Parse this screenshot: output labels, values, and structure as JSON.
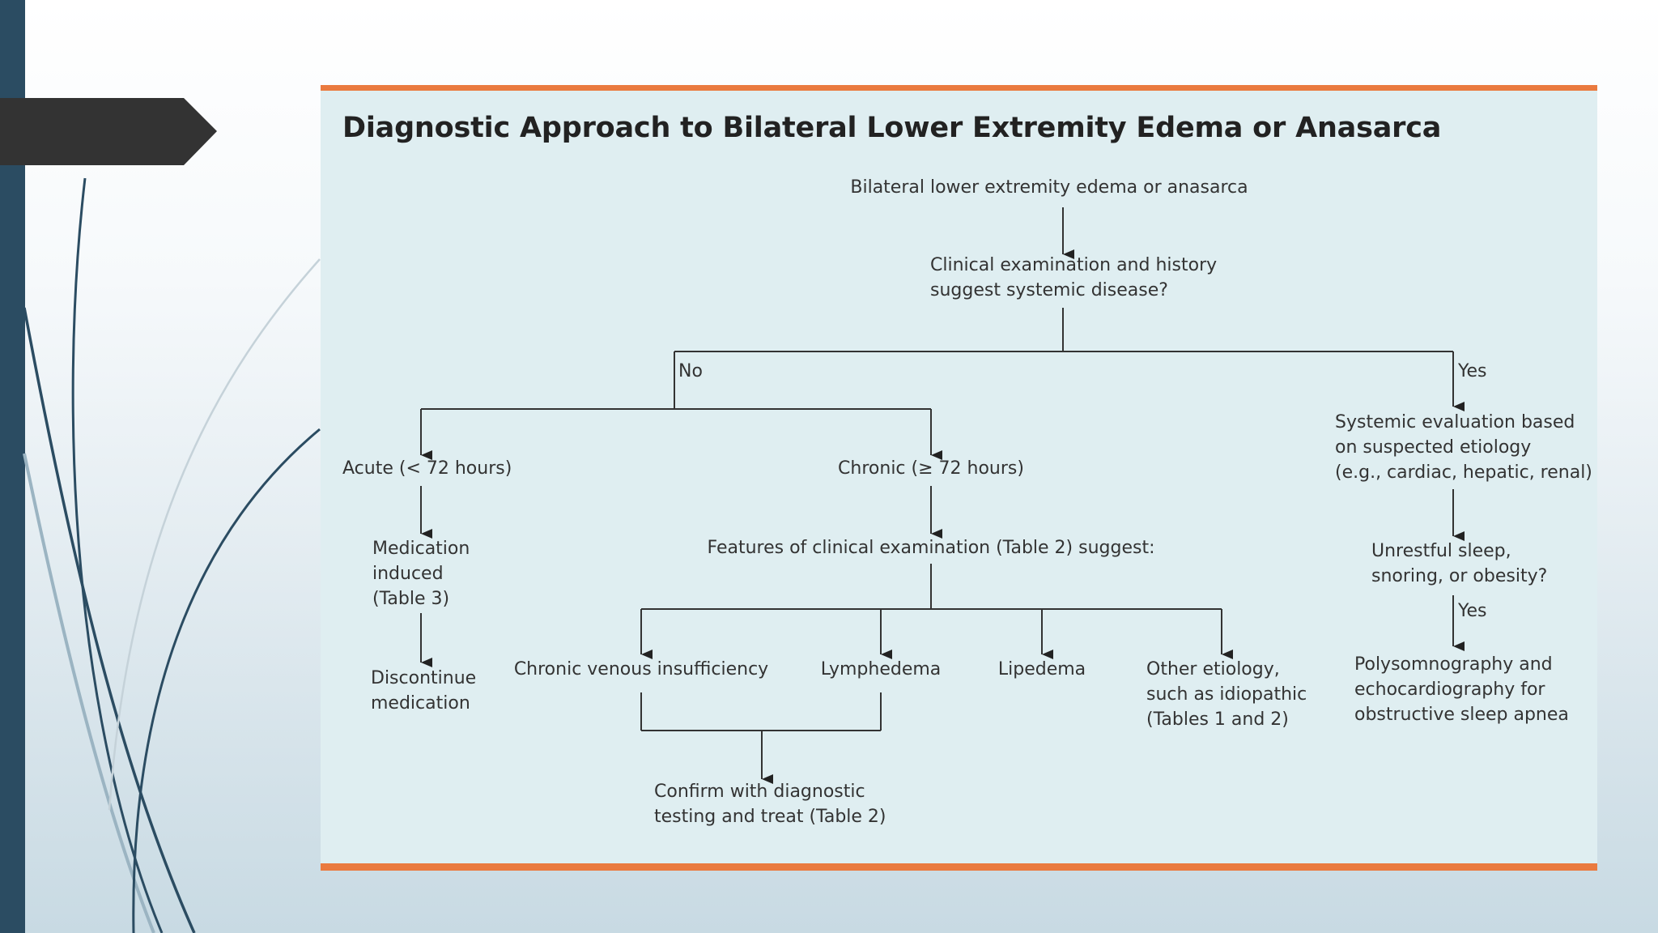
{
  "figure": {
    "title": "Diagnostic Approach to Bilateral Lower Extremity Edema or Anasarca",
    "nodes": {
      "start": "Bilateral lower extremity edema or anasarca",
      "question": "Clinical examination and history\nsuggest systemic disease?",
      "acute": "Acute (< 72 hours)",
      "chronic": "Chronic (≥ 72 hours)",
      "systemic_eval": "Systemic evaluation based\non suspected etiology\n(e.g., cardiac, hepatic, renal)",
      "medication": "Medication\ninduced\n(Table 3)",
      "discontinue": "Discontinue\nmedication",
      "features": "Features of clinical examination (Table 2) suggest:",
      "cvi": "Chronic venous insufficiency",
      "lymphedema": "Lymphedema",
      "lipedema": "Lipedema",
      "other": "Other etiology,\nsuch as idiopathic\n(Tables 1 and 2)",
      "confirm": "Confirm with diagnostic\ntesting and treat (Table 2)",
      "sleep_question": "Unrestful sleep,\nsnoring, or obesity?",
      "polysomnography": "Polysomnography and\nechocardiography for\nobstructive sleep apnea"
    },
    "edge_labels": {
      "no": "No",
      "yes_systemic": "Yes",
      "yes_sleep": "Yes"
    }
  },
  "colors": {
    "panel_background": "#dfeef1",
    "accent_border": "#ea7a3f",
    "side_bar": "#2b4c62",
    "arrow_tab": "#333333"
  }
}
